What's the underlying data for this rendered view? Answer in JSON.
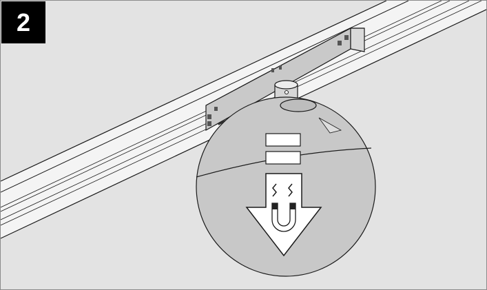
{
  "step": {
    "number": "2"
  },
  "colors": {
    "background": "#e3e3e3",
    "line": "#1a1a1a",
    "track": "#f4f4f4",
    "adapter_front": "#c9c9c9",
    "adapter_top": "#ededed",
    "sphere_fill": "#c8c8c8",
    "stem_fill": "#d6d6d6",
    "arrow_fill": "#ffffff",
    "magnet_pole": "#222222",
    "badge_bg": "#000000",
    "badge_text": "#ffffff"
  },
  "icons": {
    "track_rail": "ceiling-track-rail",
    "adapter": "track-adapter",
    "lamp": "spherical-lamp",
    "instruction_arrow": "down-arrow",
    "magnet": "horseshoe-magnet-icon"
  }
}
